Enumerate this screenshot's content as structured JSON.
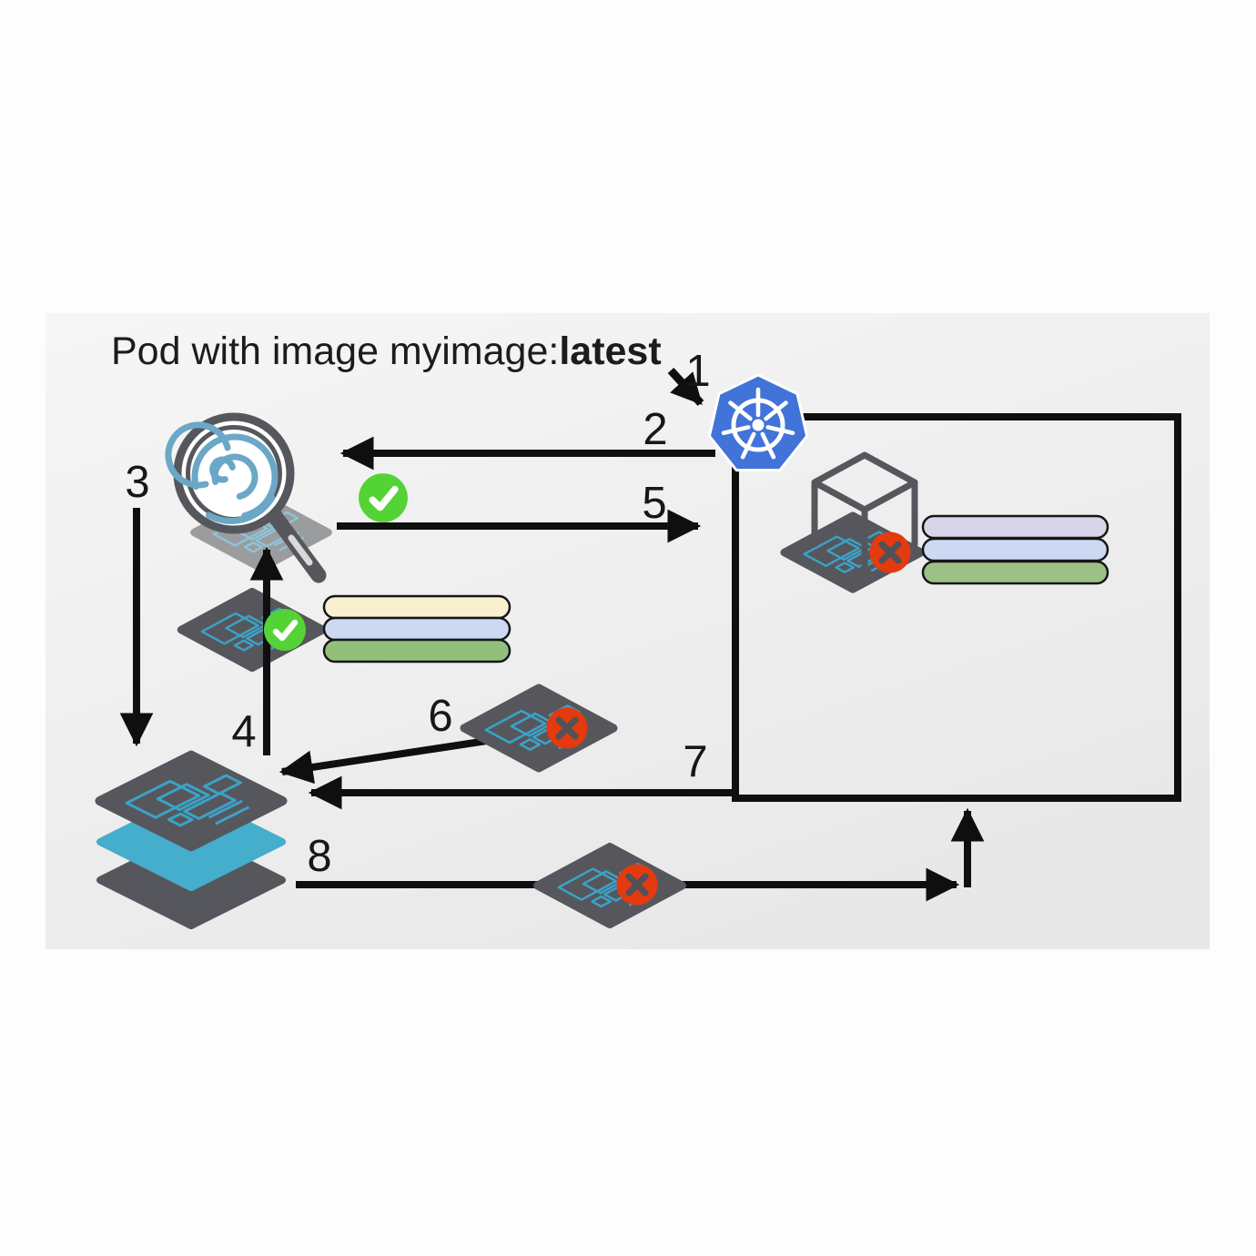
{
  "title": {
    "prefix": "Pod with image myimage:",
    "emphasis": "latest"
  },
  "steps": [
    "1",
    "2",
    "3",
    "4",
    "5",
    "6",
    "7",
    "8"
  ],
  "colors": {
    "canvas-light": "#f6f6f6",
    "canvas-dark": "#e8e8e8",
    "arrow-black": "#0f0f0f",
    "k8s-blue": "#4173d9",
    "slate": "#56575c",
    "teal-layer": "#45aecd",
    "circuit": "#3ba2c8",
    "lens-blue": "#6ba7c7",
    "green-check": "#54d336",
    "red-x": "#e43a0f",
    "pill-cream": "#f9f0cf",
    "pill-blue": "#cdd9f3",
    "pill-lavender": "#d9d4e9",
    "pill-green-left": "#92c07c",
    "pill-green-right": "#9dc087"
  },
  "icons": {
    "kubernetes": "kubernetes-helm-wheel-heptagon",
    "scanner": "fingerprint-magnifier",
    "registry": "layered-diamond-stack",
    "container_image": "circuit-board-diamond",
    "pod": "wireframe-cube",
    "pass_badge": "green-circle-check",
    "fail_badge": "red-circle-x"
  }
}
